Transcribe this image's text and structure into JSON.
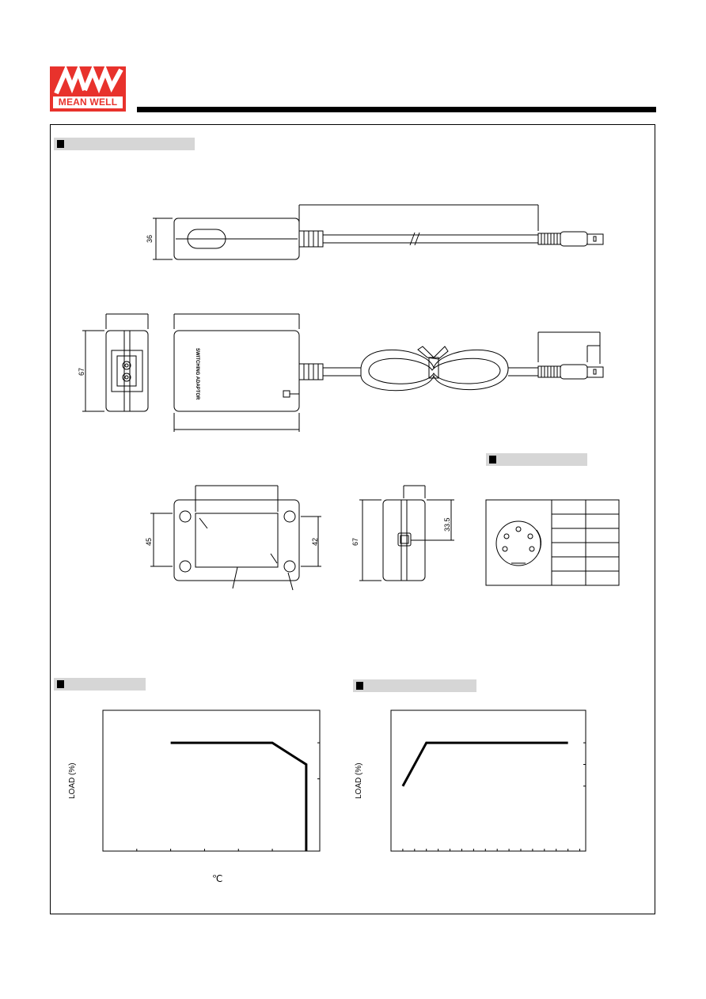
{
  "brand": {
    "logo_text": "MEAN WELL",
    "colors": {
      "brand_red": "#e8322c",
      "section_header": "#d6d6d6"
    }
  },
  "drawing": {
    "dim_36": "36",
    "dim_67": "67",
    "dim_45": "45",
    "dim_42": "42",
    "dim_67b": "67",
    "dim_33_5": "33.5",
    "case_label": "SWITCHING ADAPTOR"
  },
  "charts": {
    "derating_ylabel": "LOAD (%)",
    "derating_xunit": "℃",
    "static_ylabel": "LOAD (%)"
  },
  "chart_data": [
    {
      "type": "line",
      "series": [
        {
          "x": [
            0,
            30,
            40,
            40
          ],
          "y": [
            100,
            100,
            80,
            0
          ]
        }
      ],
      "xlim": [
        -20,
        44
      ],
      "ylim": [
        0,
        130
      ],
      "ylabel": "LOAD (%)",
      "xlabel": "℃",
      "grid": false
    },
    {
      "type": "line",
      "series": [
        {
          "x": [
            90,
            110,
            115,
            230
          ],
          "y": [
            60,
            100,
            100,
            100
          ]
        }
      ],
      "xlim": [
        80,
        245
      ],
      "ylim": [
        0,
        130
      ],
      "ylabel": "LOAD (%)",
      "grid": false
    }
  ]
}
